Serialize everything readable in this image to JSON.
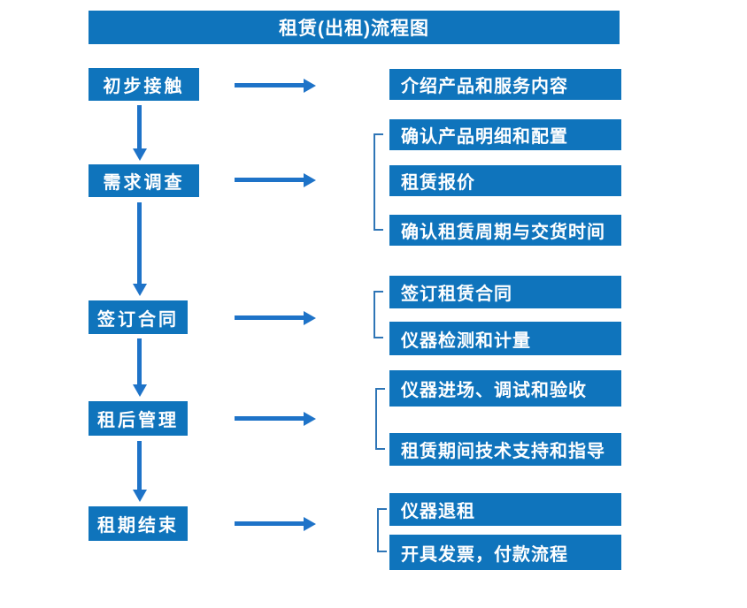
{
  "title": "租赁(出租)流程图",
  "colors": {
    "box": "#0f74bc",
    "arrow": "#1e73c8",
    "bracket": "#2e75b6"
  },
  "steps": [
    {
      "label": "初步接触",
      "details": [
        "介绍产品和服务内容"
      ]
    },
    {
      "label": "需求调查",
      "details": [
        "确认产品明细和配置",
        "租赁报价",
        "确认租赁周期与交货时间"
      ]
    },
    {
      "label": "签订合同",
      "details": [
        "签订租赁合同",
        "仪器检测和计量"
      ]
    },
    {
      "label": "租后管理",
      "details": [
        "仪器进场、调试和验收",
        "租赁期间技术支持和指导"
      ]
    },
    {
      "label": "租期结束",
      "details": [
        "仪器退租",
        "开具发票，付款流程"
      ]
    }
  ]
}
